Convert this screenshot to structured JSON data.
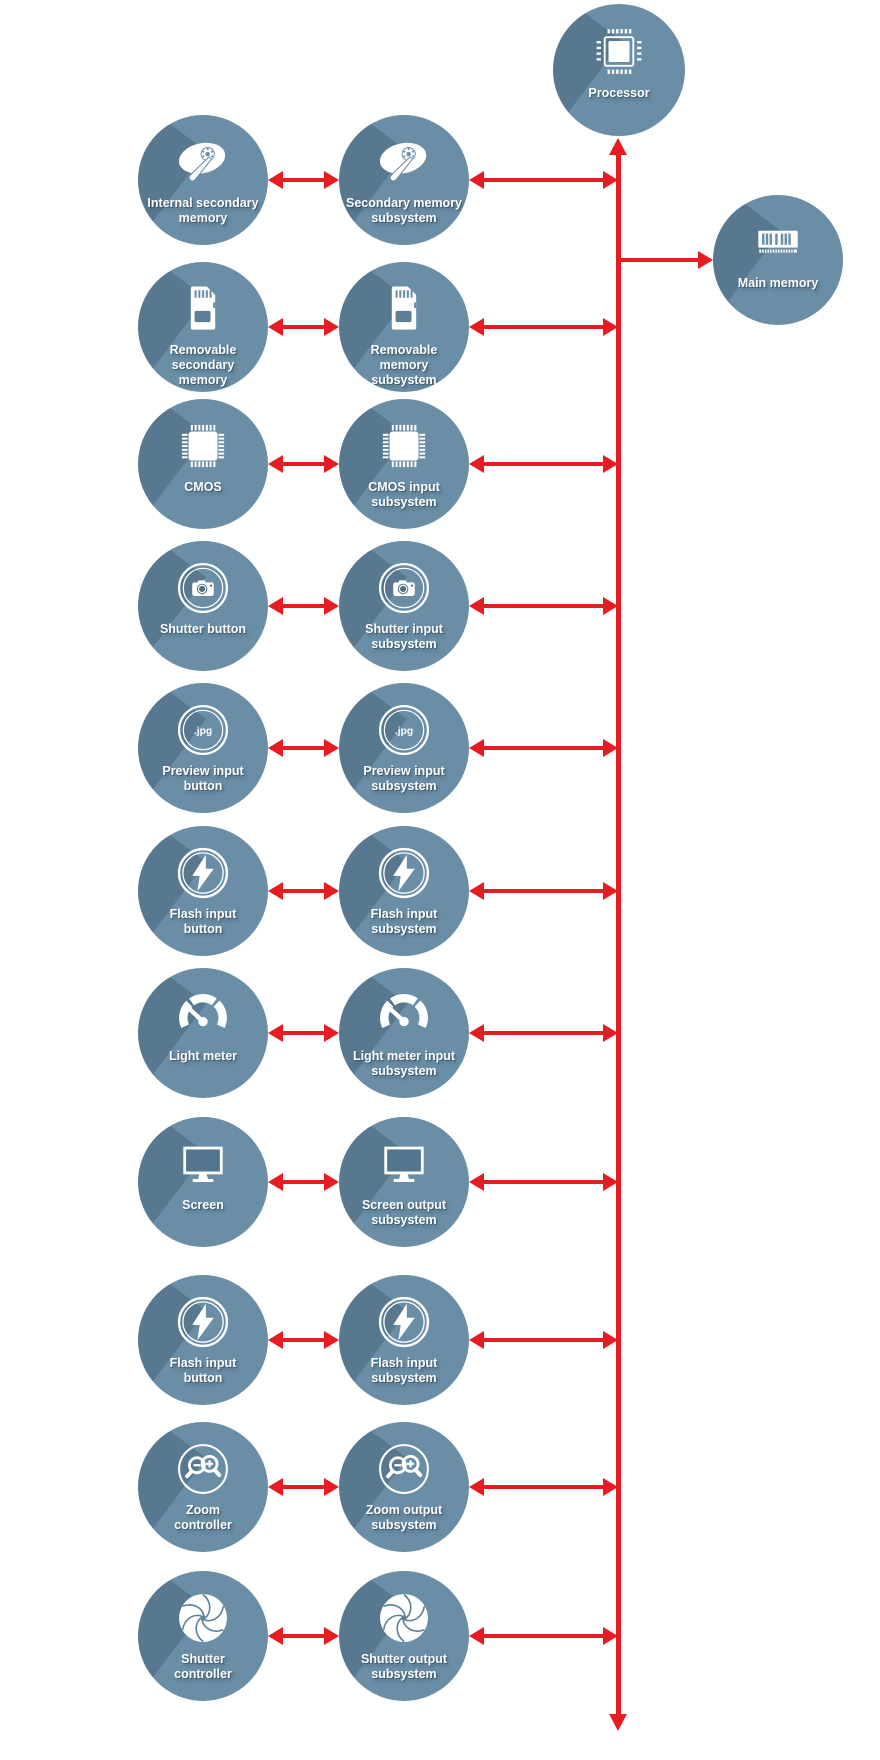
{
  "colors": {
    "node_fill": "#6a8ea6",
    "node_shadow": "rgba(23,44,60,0.22)",
    "arrow_red": "#e51d23",
    "icon_white": "#ffffff",
    "background": "#ffffff"
  },
  "diagram": {
    "processor": {
      "label": "Processor",
      "icon": "processor-chip"
    },
    "main_memory": {
      "label": "Main memory",
      "icon": "ram-module"
    },
    "rows": [
      {
        "device": {
          "label": "Internal secondary\nmemory",
          "icon": "hard-disk"
        },
        "subsystem": {
          "label": "Secondary memory\nsubsystem",
          "icon": "hard-disk"
        }
      },
      {
        "device": {
          "label": "Removable\nsecondary\nmemory",
          "icon": "sd-card"
        },
        "subsystem": {
          "label": "Removable\nmemory\nsubsystem",
          "icon": "sd-card"
        }
      },
      {
        "device": {
          "label": "CMOS",
          "icon": "chip"
        },
        "subsystem": {
          "label": "CMOS input\nsubsystem",
          "icon": "chip"
        }
      },
      {
        "device": {
          "label": "Shutter button",
          "icon": "camera"
        },
        "subsystem": {
          "label": "Shutter input\nsubsystem",
          "icon": "camera"
        }
      },
      {
        "device": {
          "label": "Preview input\nbutton",
          "icon": "jpg-preview"
        },
        "subsystem": {
          "label": "Preview input\nsubsystem",
          "icon": "jpg-preview"
        }
      },
      {
        "device": {
          "label": "Flash input\nbutton",
          "icon": "flash-bolt"
        },
        "subsystem": {
          "label": "Flash input\nsubsystem",
          "icon": "flash-bolt"
        }
      },
      {
        "device": {
          "label": "Light meter",
          "icon": "light-meter-gauge"
        },
        "subsystem": {
          "label": "Light meter input\nsubsystem",
          "icon": "light-meter-gauge"
        }
      },
      {
        "device": {
          "label": "Screen",
          "icon": "monitor"
        },
        "subsystem": {
          "label": "Screen output\nsubsystem",
          "icon": "monitor"
        }
      },
      {
        "device": {
          "label": "Flash input\nbutton",
          "icon": "flash-bolt"
        },
        "subsystem": {
          "label": "Flash input\nsubsystem",
          "icon": "flash-bolt"
        }
      },
      {
        "device": {
          "label": "Zoom\ncontroller",
          "icon": "zoom-magnifiers"
        },
        "subsystem": {
          "label": "Zoom output\nsubsystem",
          "icon": "zoom-magnifiers"
        }
      },
      {
        "device": {
          "label": "Shutter\ncontroller",
          "icon": "aperture"
        },
        "subsystem": {
          "label": "Shutter output\nsubsystem",
          "icon": "aperture"
        }
      }
    ]
  }
}
